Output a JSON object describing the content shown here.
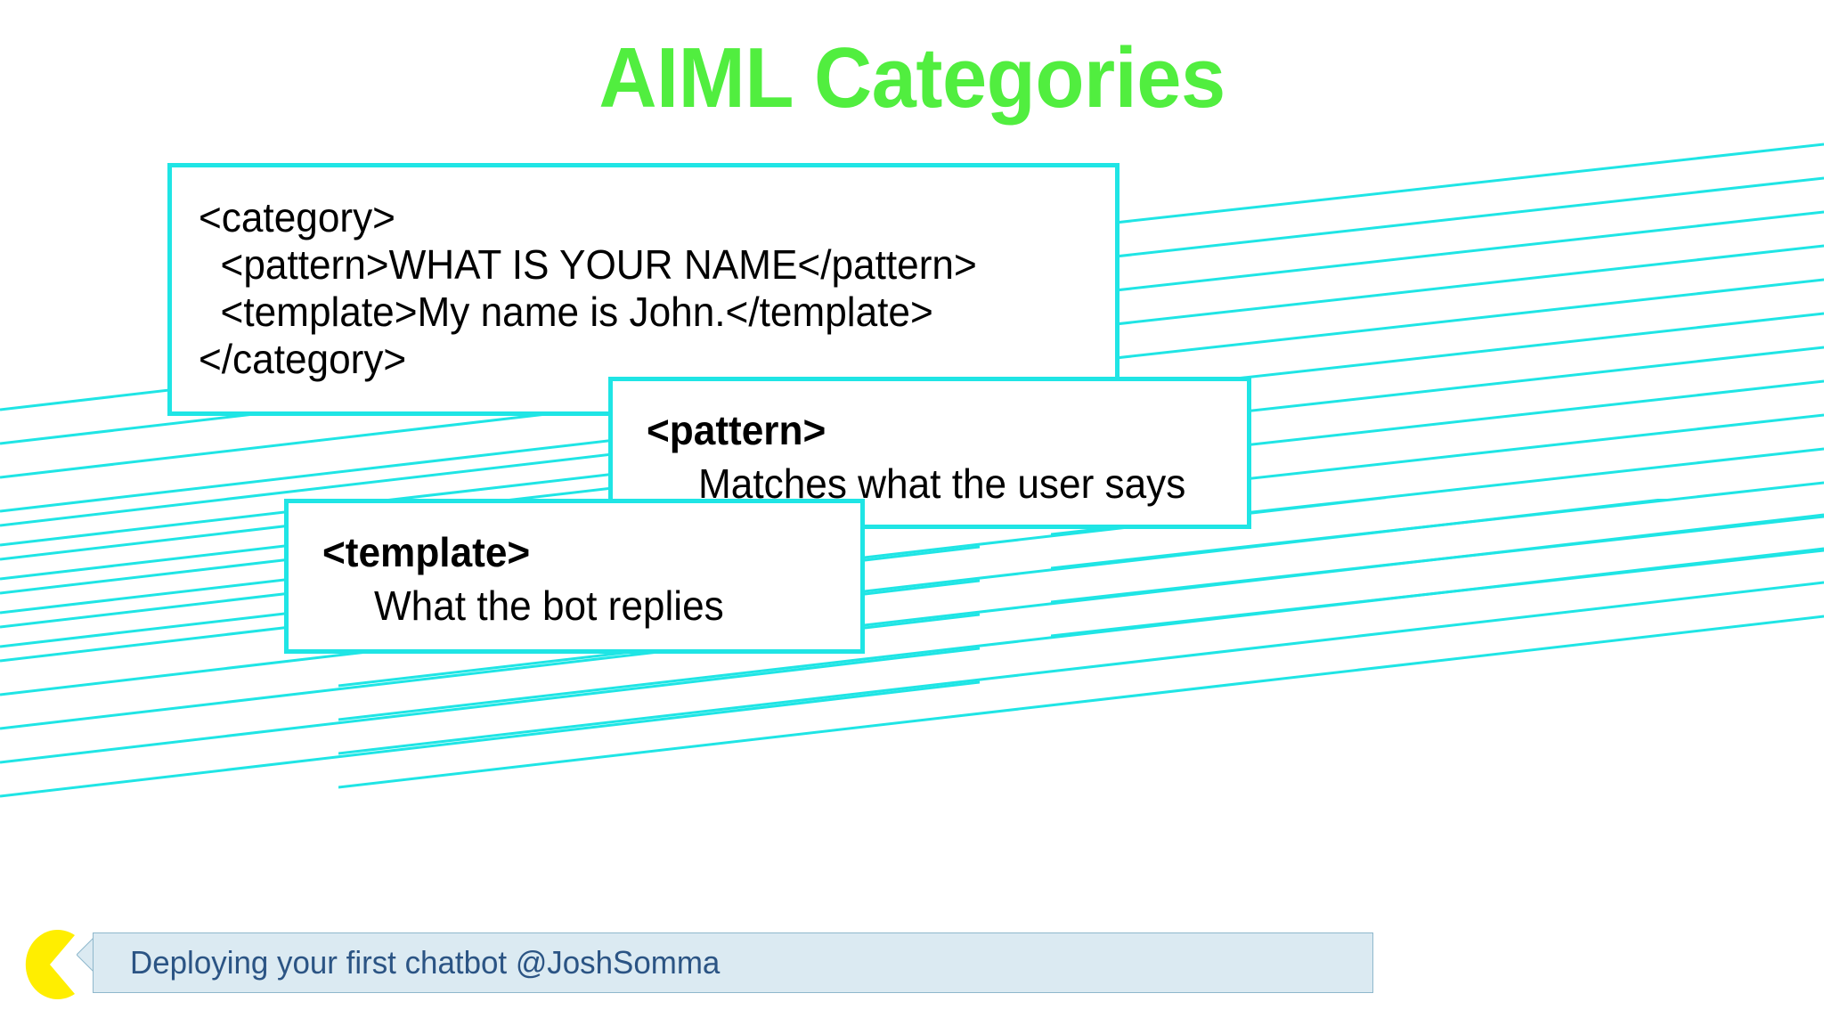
{
  "slide": {
    "title": "AIML Categories",
    "title_color": "#51ee3f",
    "accent_color": "#1fe5e5",
    "background_color": "#ffffff"
  },
  "boxes": {
    "category": {
      "name": "category-code-box",
      "code": "<category>\n  <pattern>WHAT IS YOUR NAME</pattern>\n  <template>My name is John.</template>\n</category>"
    },
    "pattern": {
      "name": "pattern-callout-box",
      "heading": "<pattern>",
      "description": "Matches what the user says"
    },
    "template": {
      "name": "template-callout-box",
      "heading": "<template>",
      "description": "What the bot replies"
    }
  },
  "footer": {
    "text": "Deploying your first chatbot @JoshSomma",
    "text_color": "#2b5484",
    "bubble_color": "#dbeaf2",
    "bubble_border_color": "#8fb8cc",
    "avatar_icon": "pacman-icon",
    "avatar_color": "#ffee00"
  }
}
